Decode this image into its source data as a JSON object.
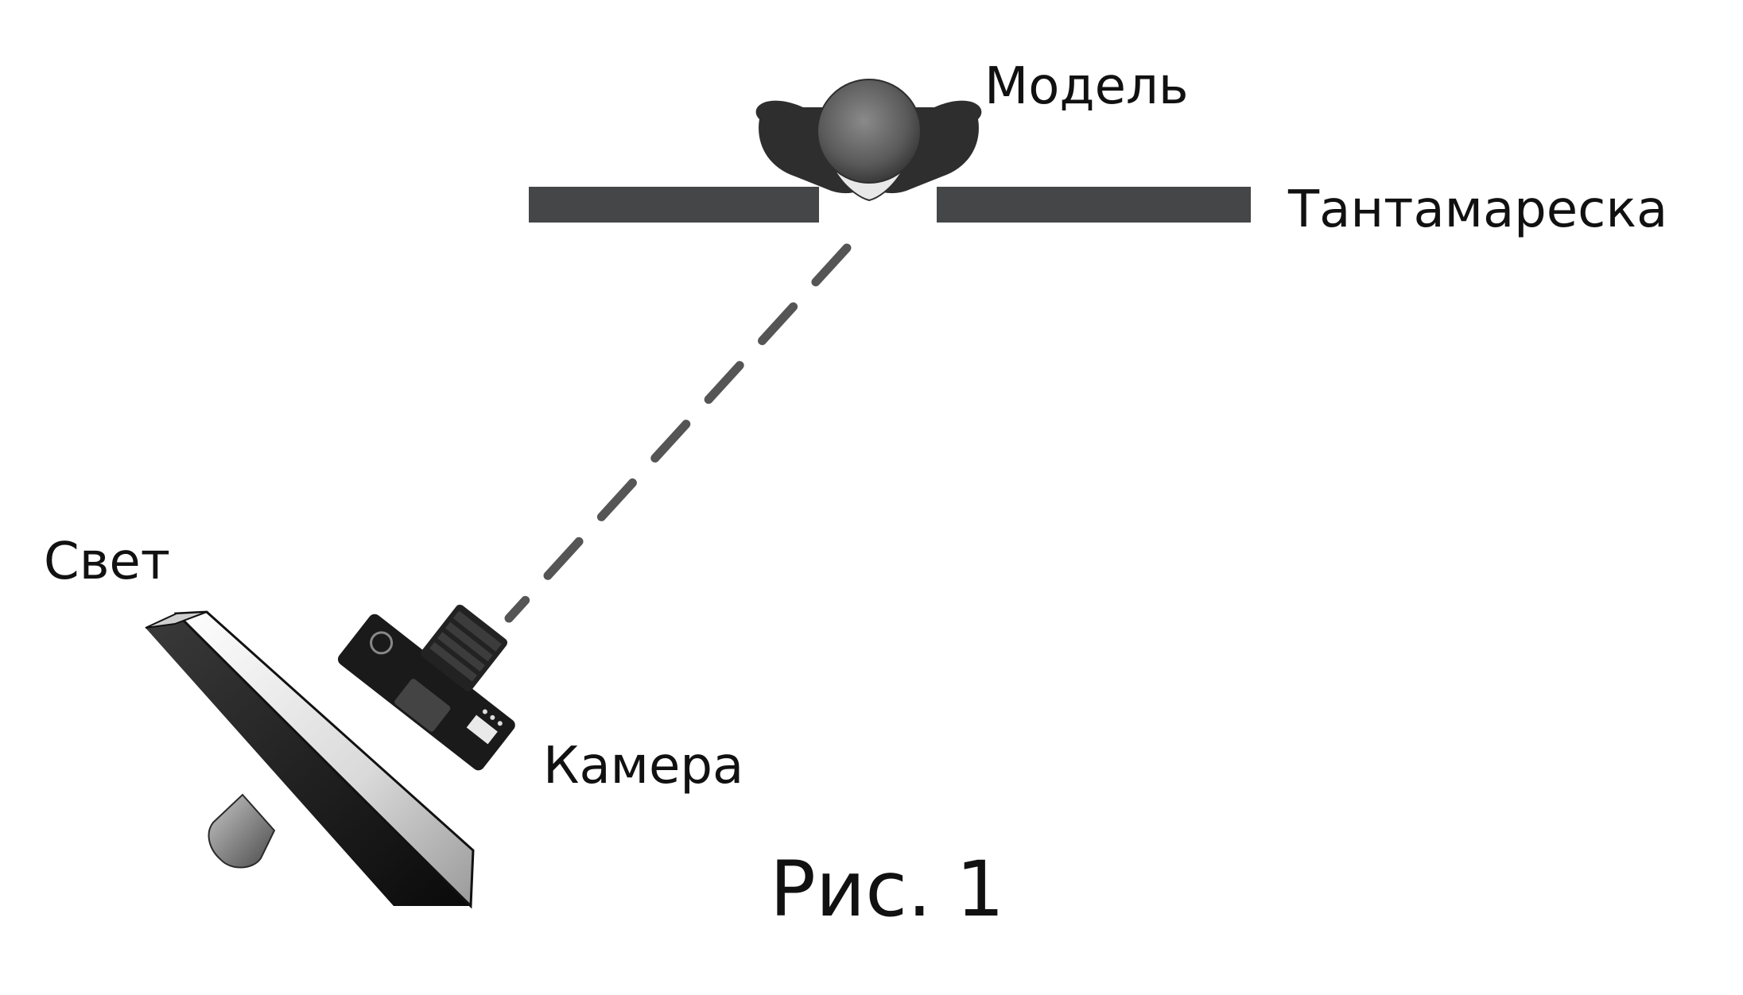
{
  "labels": {
    "model": "Модель",
    "screen": "Тантамареска",
    "light": "Свет",
    "camera": "Камера",
    "figure": "Рис. 1"
  },
  "colors": {
    "background": "#ffffff",
    "screen_bar": "#454648",
    "dashed_line": "#555555",
    "text": "#111111",
    "hair": "#3a3a3a",
    "head": "#6b6b6b"
  }
}
